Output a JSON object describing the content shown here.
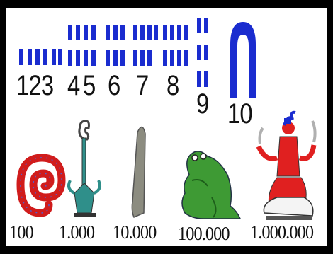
{
  "numbers": {
    "one_two_three": "123",
    "four": "4",
    "five": "5",
    "six": "6",
    "seven": "7",
    "eight": "8",
    "nine": "9",
    "ten": "10",
    "hundred": "100",
    "thousand": "1.000",
    "ten_thousand": "10.000",
    "hundred_thousand": "100.000",
    "million": "1.000.000"
  },
  "glyphs": {
    "stroke": "stroke-glyph",
    "ten": "heel-bone-glyph",
    "hundred": "coil-of-rope-glyph",
    "thousand": "lotus-plant-glyph",
    "ten_thousand": "finger-glyph",
    "hundred_thousand": "frog-glyph",
    "million": "heh-god-glyph"
  },
  "colors": {
    "stroke": "#1a2ccf",
    "rope": "#d01c1c",
    "lotus": "#2f8f8a",
    "finger": "#8c8c80",
    "frog": "#3e9a34",
    "heh_body": "#e02020",
    "heh_skirt": "#f4f4f4"
  }
}
